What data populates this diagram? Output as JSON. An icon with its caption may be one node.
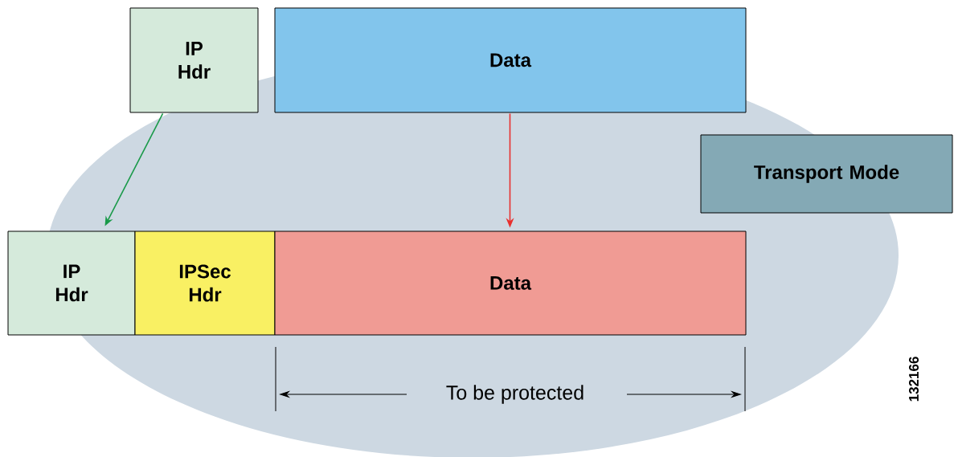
{
  "diagram": {
    "nodes": [
      {
        "text": [
          "IP Hdr"
        ]
      },
      {
        "text": [
          "Data"
        ]
      },
      {
        "text": [
          "Transport Mode"
        ]
      },
      {
        "text": [
          "IP Hdr"
        ]
      },
      {
        "text": [
          "IPSec Hdr"
        ]
      },
      {
        "text": [
          "Data"
        ]
      }
    ],
    "edges": [
      {
        "from": 0,
        "to": 3,
        "arrow": "to",
        "color": "#1a9a4a"
      },
      {
        "from": 1,
        "to": 5,
        "arrow": "to",
        "color": "#e8302f"
      }
    ],
    "labels": [
      "To be protected",
      "132166"
    ]
  }
}
